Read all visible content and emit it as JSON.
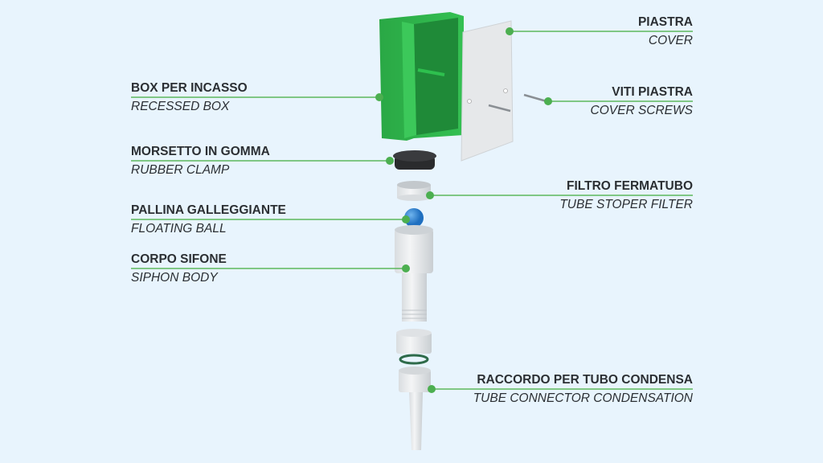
{
  "colors": {
    "background": "#e8f4fd",
    "leader": "#5cb85c",
    "dot": "#4caf50",
    "box_green": "#2fb24a",
    "text": "#2b2f33"
  },
  "labels": [
    {
      "id": "box",
      "title": "BOX PER INCASSO",
      "subtitle": "RECESSED BOX"
    },
    {
      "id": "clamp",
      "title": "MORSETTO IN GOMMA",
      "subtitle": "RUBBER CLAMP"
    },
    {
      "id": "ball",
      "title": "PALLINA GALLEGGIANTE",
      "subtitle": "FLOATING BALL"
    },
    {
      "id": "body",
      "title": "CORPO SIFONE",
      "subtitle": "SIPHON BODY"
    },
    {
      "id": "cover",
      "title": "PIASTRA",
      "subtitle": "COVER"
    },
    {
      "id": "screws",
      "title": "VITI PIASTRA",
      "subtitle": "COVER SCREWS"
    },
    {
      "id": "filter",
      "title": "FILTRO FERMATUBO",
      "subtitle": "TUBE STOPER FILTER"
    },
    {
      "id": "connector",
      "title": "RACCORDO PER TUBO CONDENSA",
      "subtitle": "TUBE CONNECTOR CONDENSATION"
    }
  ]
}
